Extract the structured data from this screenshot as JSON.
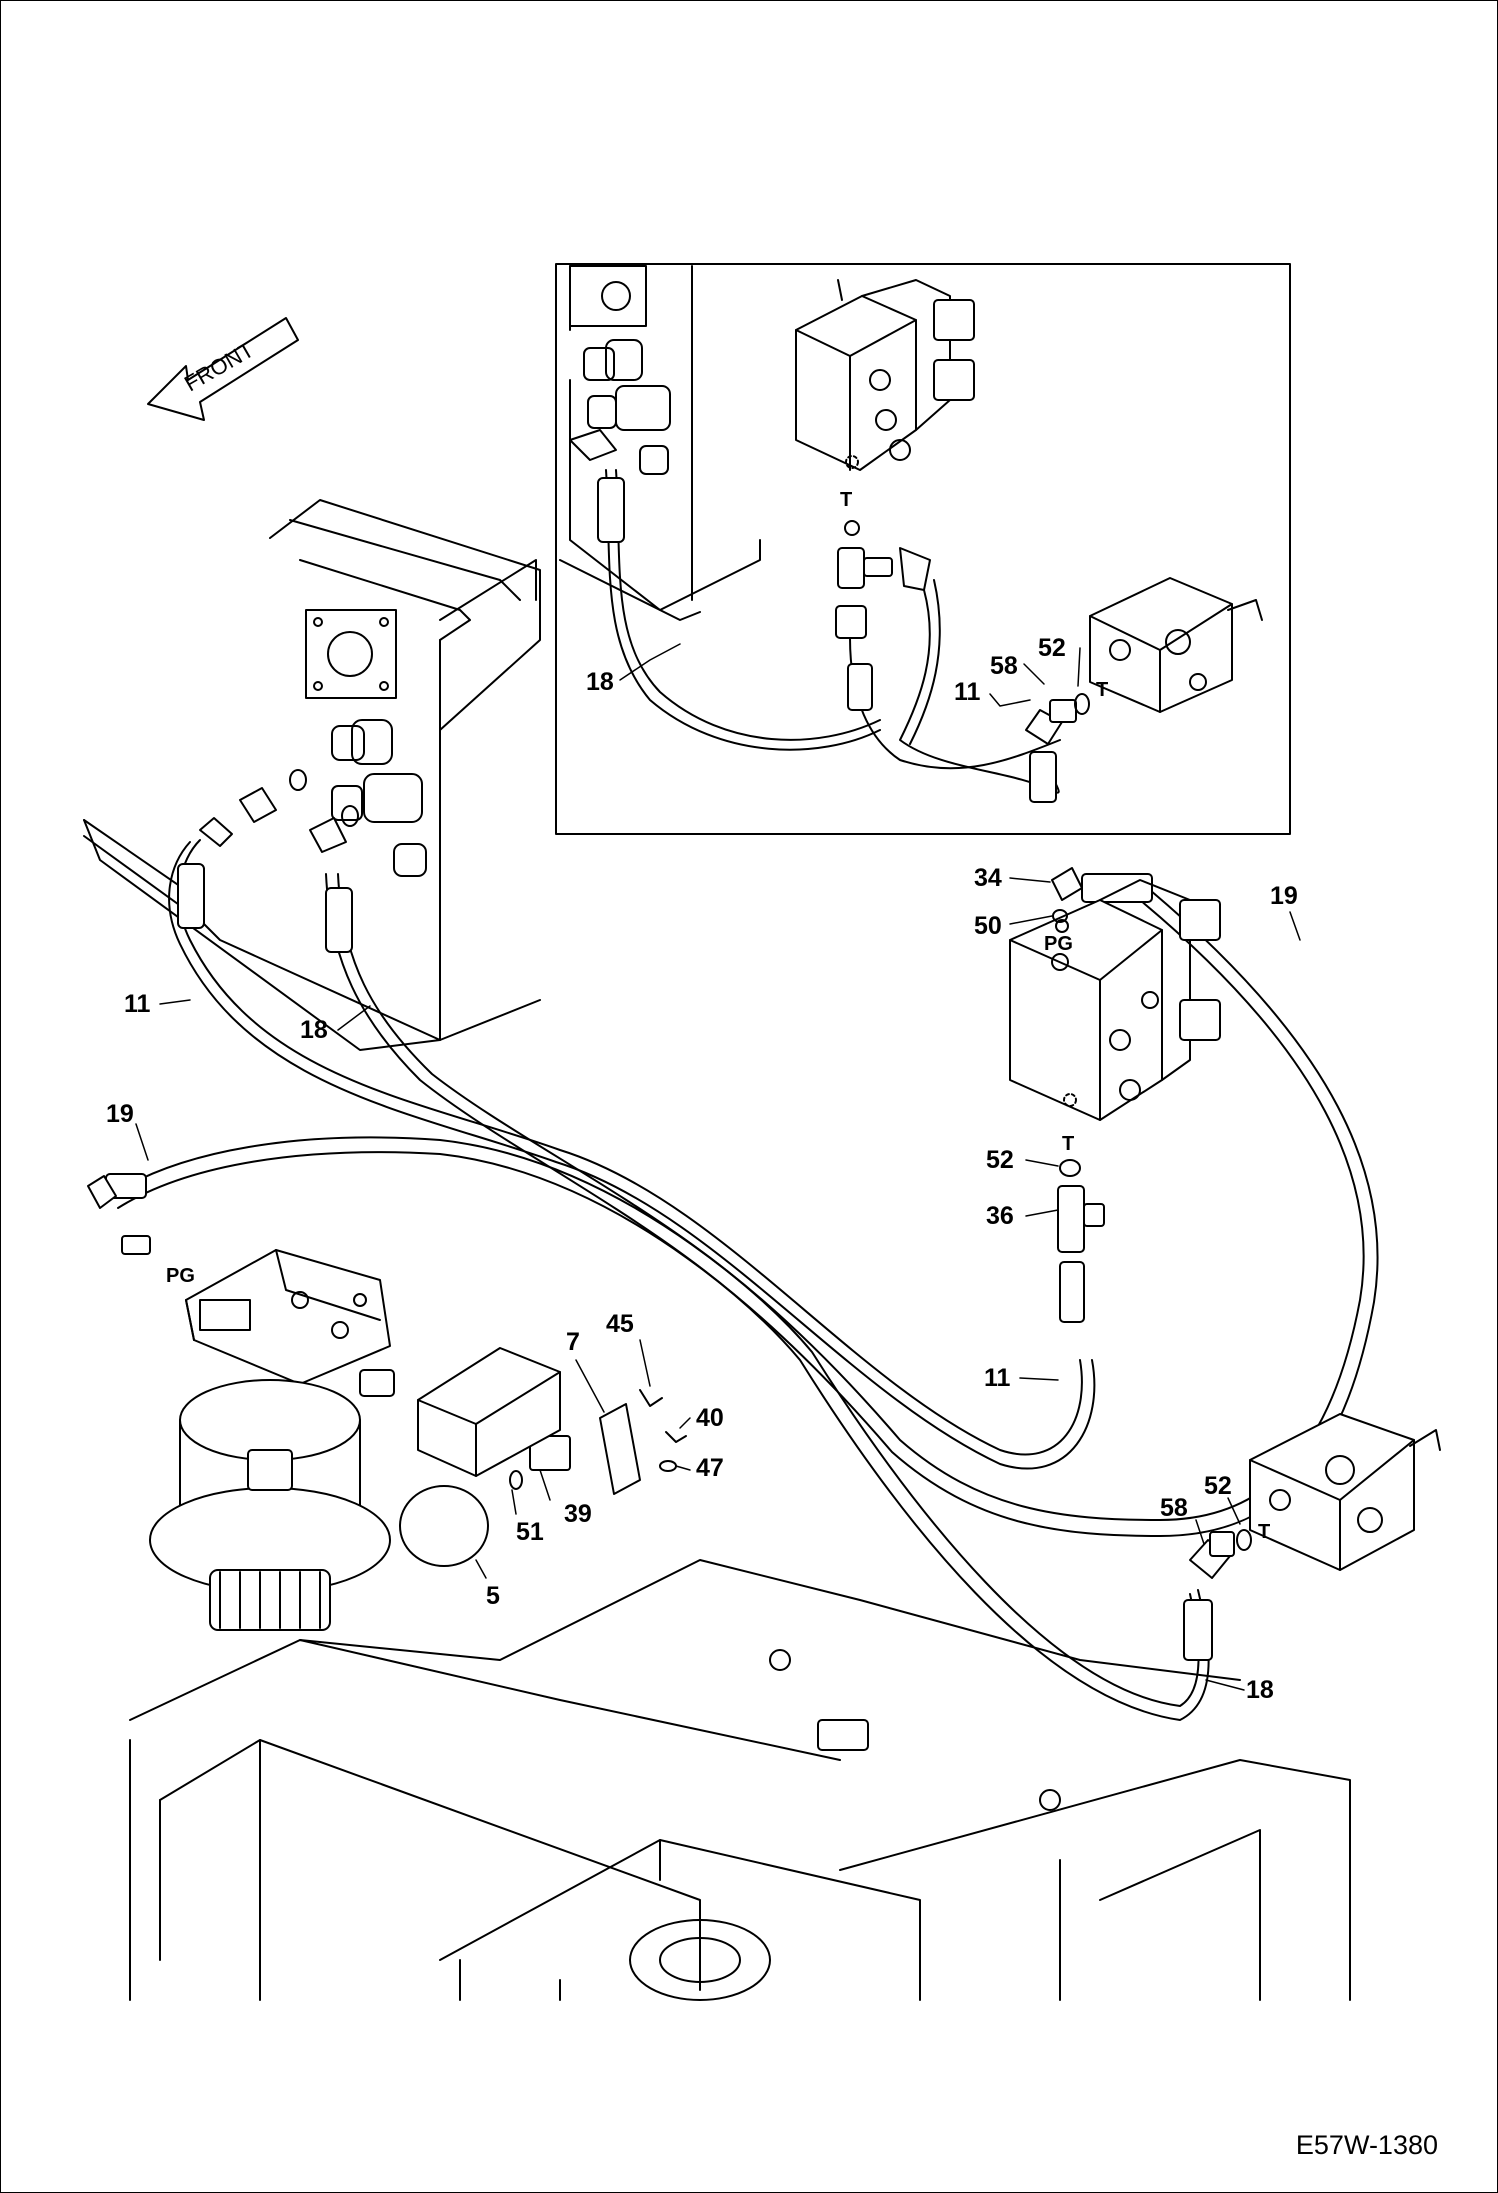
{
  "direction_indicator": {
    "label": "FRONT"
  },
  "drawing_id": "E57W-1380",
  "callouts": {
    "c11_upper": "11",
    "c18_upper": "18",
    "c11_left": "11",
    "c18_left": "18",
    "c19_left": "19",
    "c19_right": "19",
    "c58_upper": "58",
    "c52_upper": "52",
    "c34": "34",
    "c50": "50",
    "c52_mid": "52",
    "c36": "36",
    "c11_mid": "11",
    "c7": "7",
    "c45": "45",
    "c40": "40",
    "c47": "47",
    "c39": "39",
    "c51": "51",
    "c5": "5",
    "c58_lower": "58",
    "c52_lower": "52",
    "c18_lower": "18"
  },
  "port_labels": {
    "t_upper_valve": "T",
    "t_upper_block": "T",
    "pg_mid": "PG",
    "t_mid": "T",
    "pg_left": "PG",
    "t_lower_block": "T"
  }
}
